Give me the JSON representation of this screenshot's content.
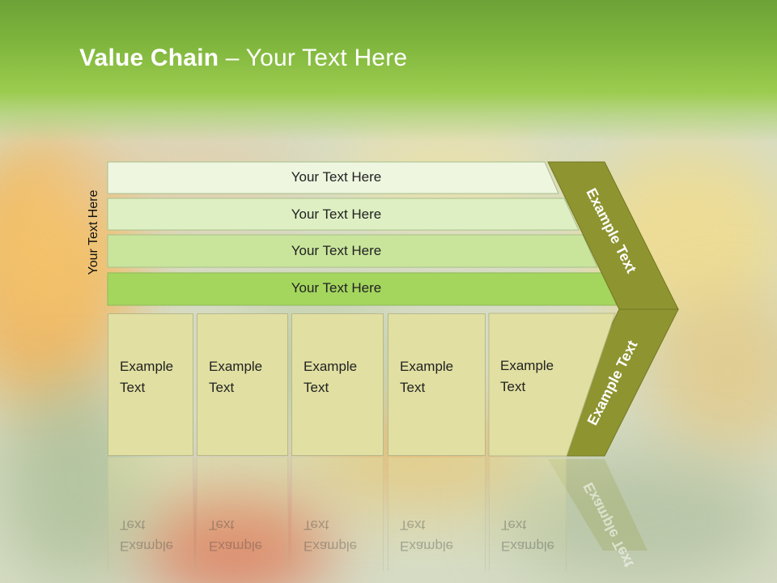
{
  "title": {
    "bold": "Value Chain",
    "rest": " – Your Text Here"
  },
  "side_label": "Your Text Here",
  "bars": [
    {
      "label": "Your Text Here",
      "color": "#eef6e0"
    },
    {
      "label": "Your Text Here",
      "color": "#def0c3"
    },
    {
      "label": "Your Text Here",
      "color": "#c9e59c"
    },
    {
      "label": "Your Text Here",
      "color": "#a4d65e"
    }
  ],
  "boxes": [
    {
      "label": "Example\nText"
    },
    {
      "label": "Example\nText"
    },
    {
      "label": "Example\nText"
    },
    {
      "label": "Example\nText"
    },
    {
      "label": "Example\nText"
    }
  ],
  "chevron": {
    "upper_label": "Example Text",
    "lower_label": "Example Text",
    "color": "#8e9430"
  }
}
